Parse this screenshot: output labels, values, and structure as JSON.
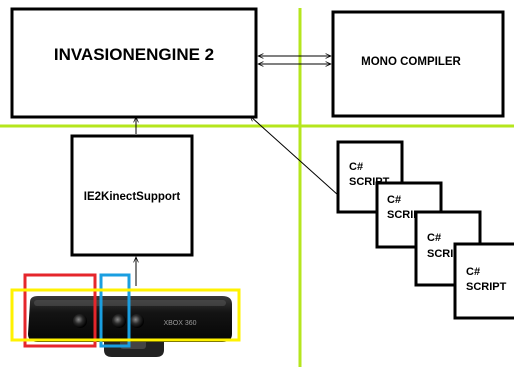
{
  "engine": {
    "label": "INVASIONENGINE 2"
  },
  "compiler": {
    "label": "MONO COMPILER"
  },
  "kinect_support": {
    "label": "IE2KinectSupport"
  },
  "scripts": [
    {
      "line1": "C#",
      "line2": "SCRIPT"
    },
    {
      "line1": "C#",
      "line2": "SCRIPT"
    },
    {
      "line1": "C#",
      "line2": "SCRIPT"
    },
    {
      "line1": "C#",
      "line2": "SCRIPT"
    }
  ],
  "kinect_device": {
    "brand_label": "XBOX 360"
  },
  "colors": {
    "divider": "#b5e61d",
    "box_stroke": "#000000",
    "highlight_red": "#e5262b",
    "highlight_blue": "#1a9ee0",
    "highlight_yellow": "#fff200",
    "device_body": "#141414"
  }
}
